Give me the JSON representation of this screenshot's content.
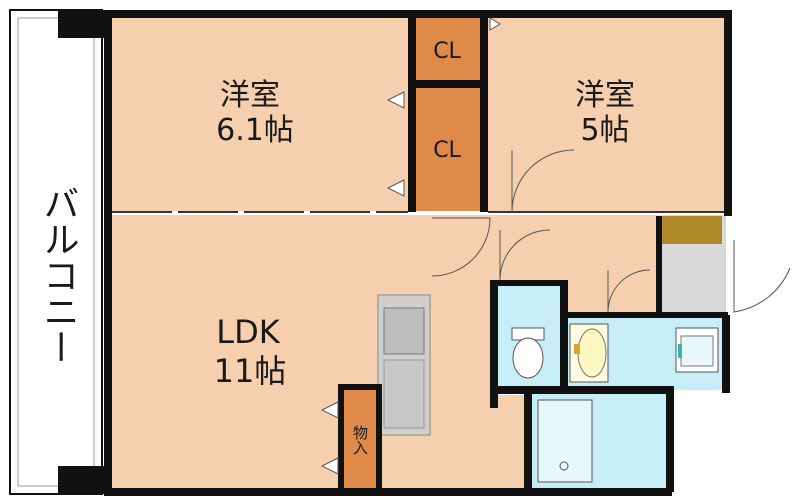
{
  "floor_plan": {
    "balcony": {
      "label": "バルコニー"
    },
    "rooms": {
      "western_room_large": {
        "name": "洋室",
        "size": "6.1帖"
      },
      "western_room_small": {
        "name": "洋室",
        "size": "5帖"
      },
      "ldk": {
        "name": "LDK",
        "size": "11帖"
      }
    },
    "closets": {
      "upper": "CL",
      "lower": "CL"
    },
    "storage": {
      "label": "物入"
    },
    "colors": {
      "room_fill": "#f5cfae",
      "closet_fill": "#e08a4a",
      "wet_area_fill": "#c7eef7",
      "entrance_fill": "#d9d9d9",
      "kitchen_fill": "#c9c9c9",
      "wall": "#111111",
      "shoe_box": "#b08a2a"
    }
  }
}
